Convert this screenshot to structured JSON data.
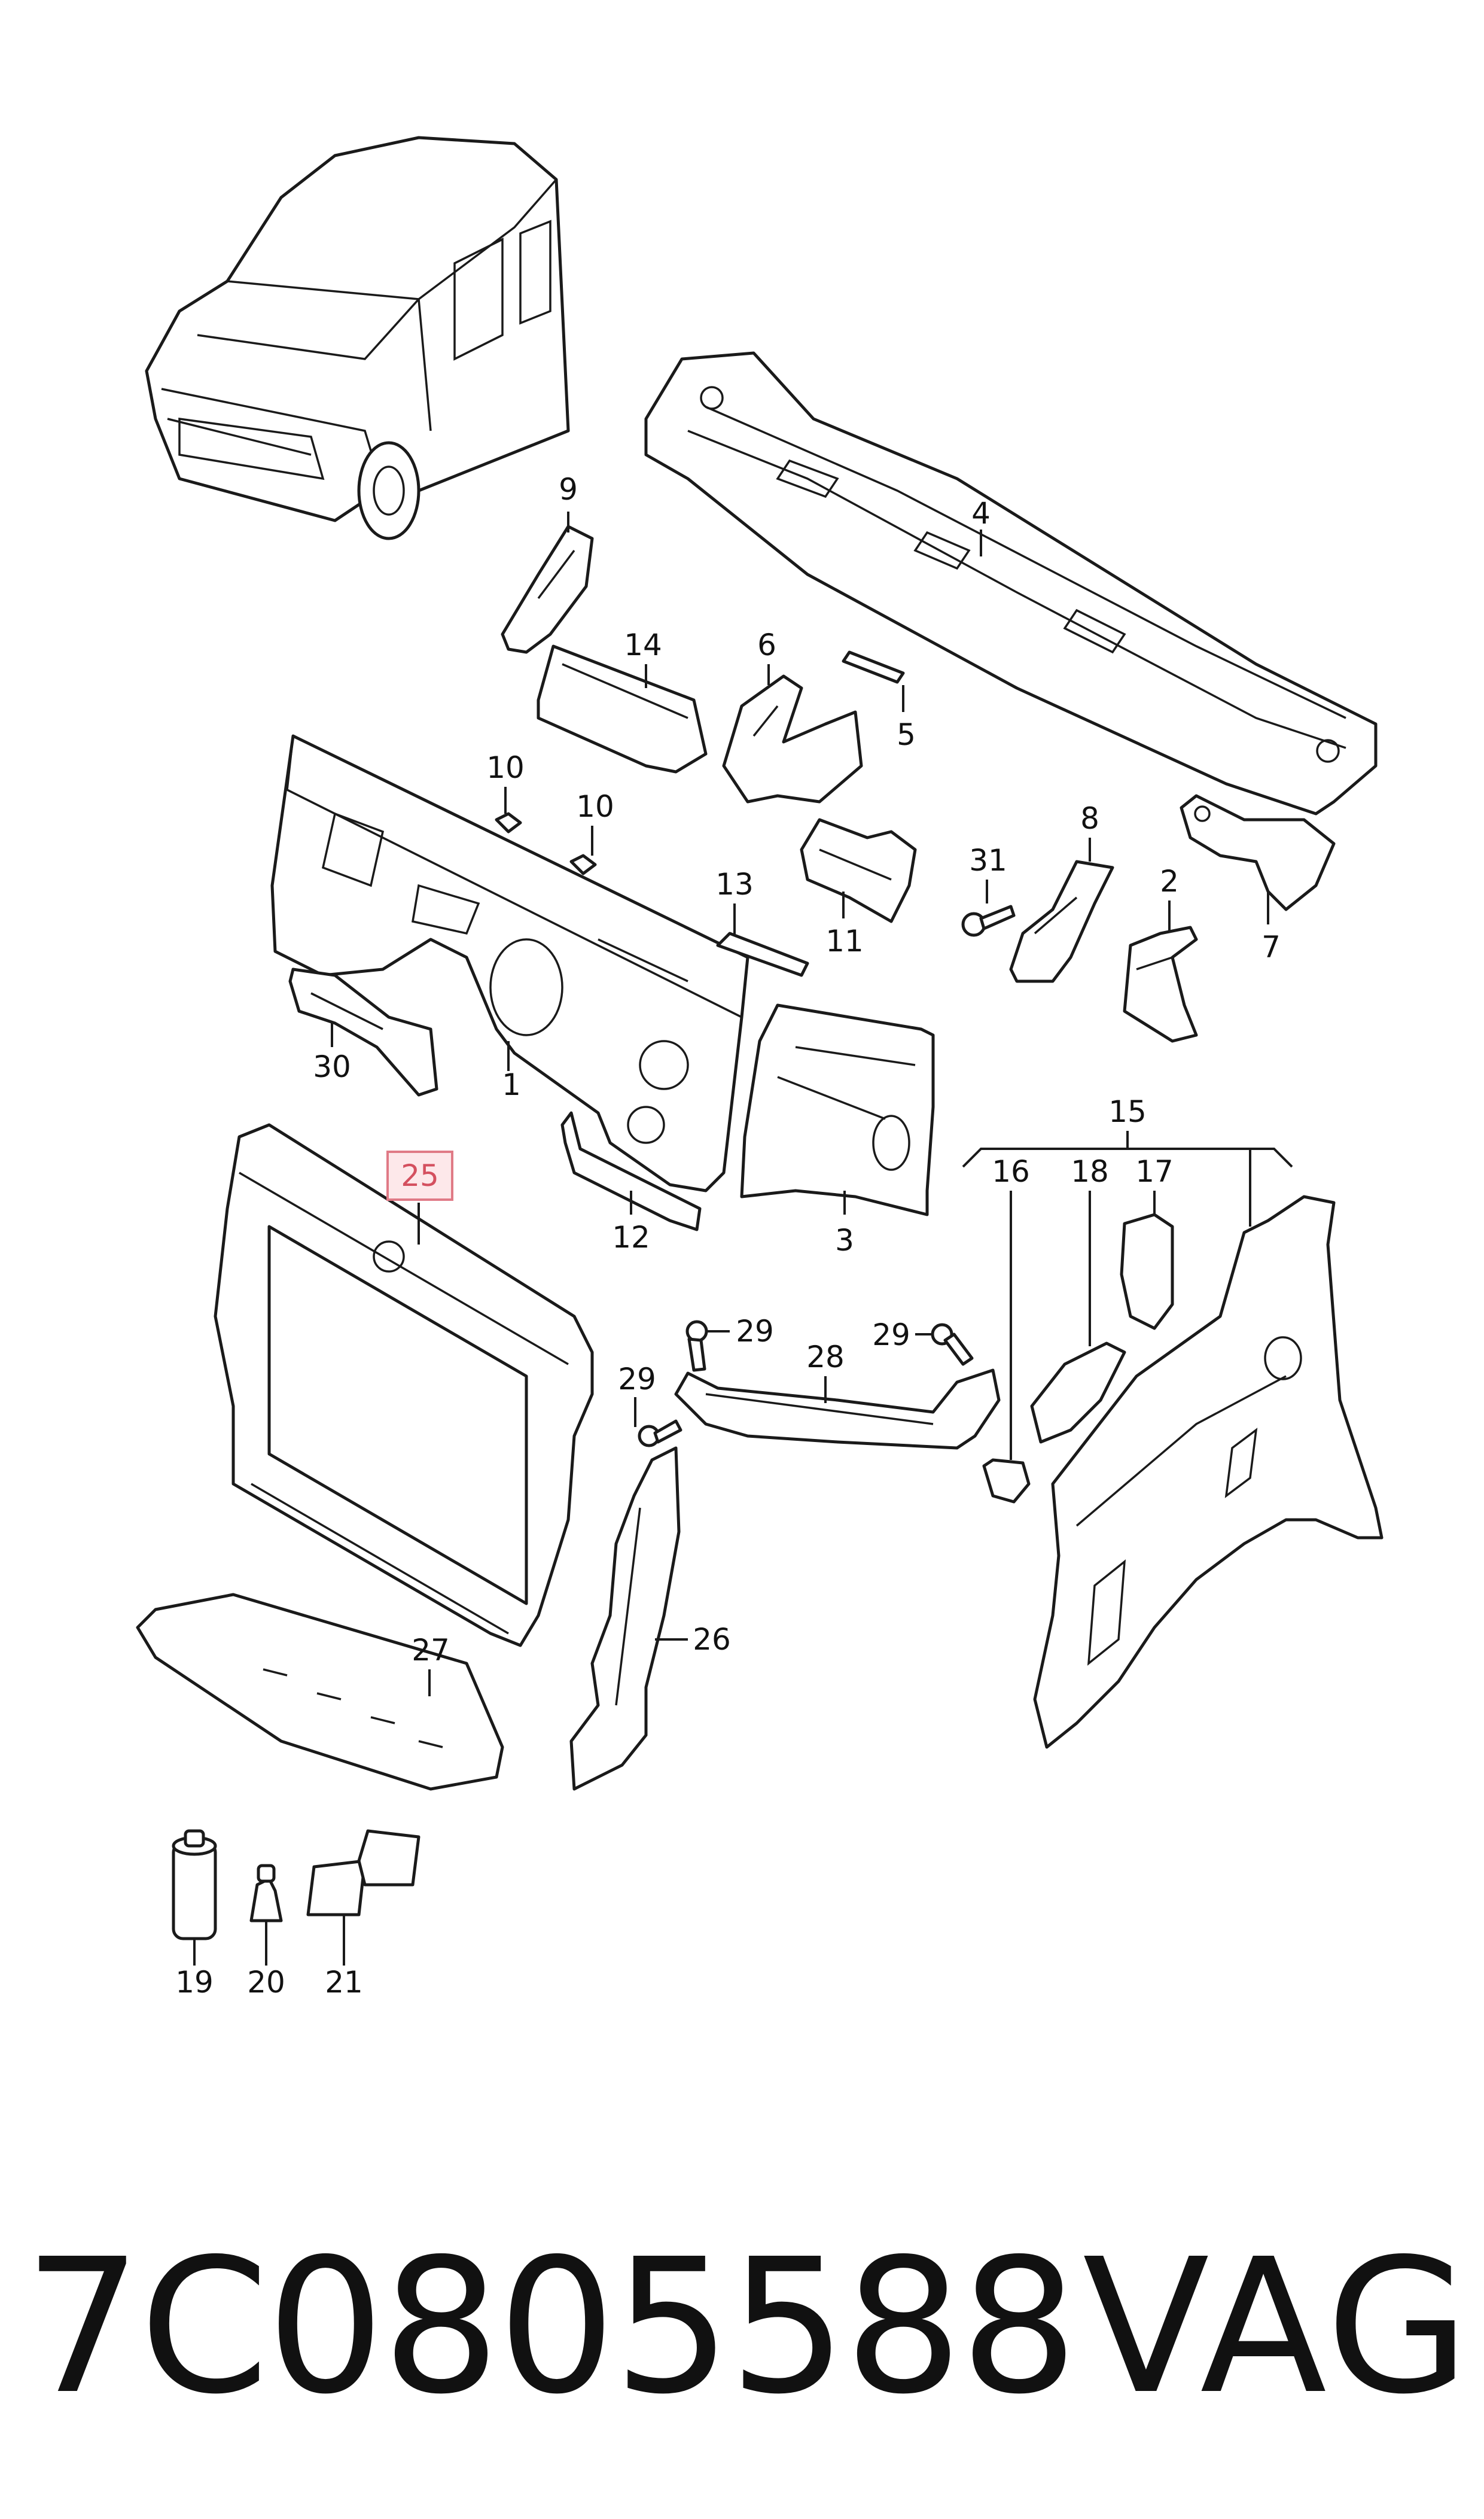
{
  "callouts": {
    "c1": "1",
    "c2": "2",
    "c3": "3",
    "c4": "4",
    "c5": "5",
    "c6": "6",
    "c7": "7",
    "c8": "8",
    "c9": "9",
    "c10a": "10",
    "c10b": "10",
    "c11": "11",
    "c12": "12",
    "c13": "13",
    "c14": "14",
    "c15": "15",
    "c16": "16",
    "c17": "17",
    "c18": "18",
    "c19": "19",
    "c20": "20",
    "c21": "21",
    "c25": "25",
    "c26": "26",
    "c27": "27",
    "c28": "28",
    "c29a": "29",
    "c29b": "29",
    "c29c": "29",
    "c30": "30",
    "c31": "31"
  },
  "highlighted_callout": "25",
  "highlight_color": "#e07a86",
  "footer": {
    "part_number": "7C0805588",
    "brand": "VAG"
  }
}
